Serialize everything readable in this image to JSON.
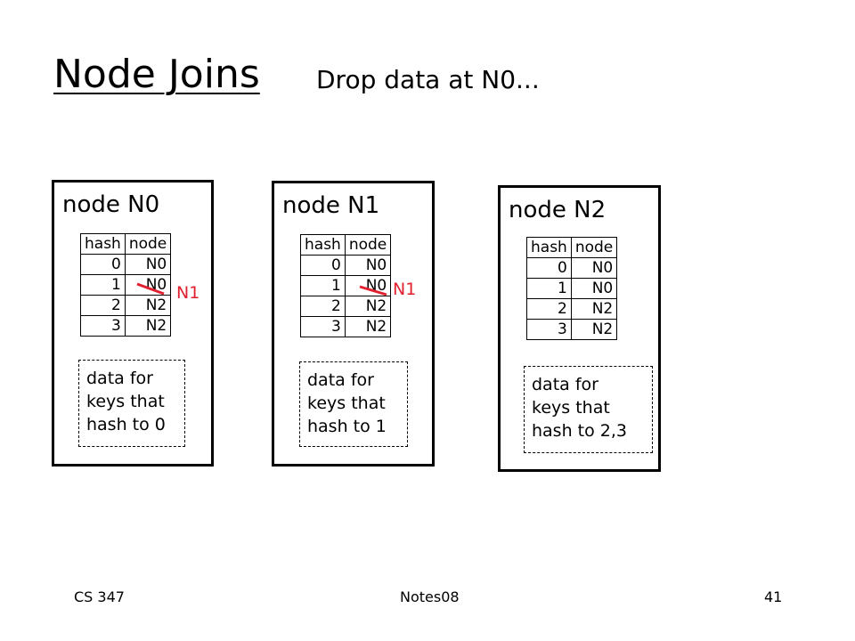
{
  "slide": {
    "title": "Node Joins",
    "subtitle": "Drop data at N0..."
  },
  "nodes": [
    {
      "title": "node N0",
      "table": {
        "headers": [
          "hash",
          "node"
        ],
        "rows": [
          [
            "0",
            "N0"
          ],
          [
            "1",
            "N0"
          ],
          [
            "2",
            "N2"
          ],
          [
            "3",
            "N2"
          ]
        ]
      },
      "data_lines": [
        "data for",
        "keys that",
        "hash to 0"
      ],
      "update_label": "N1"
    },
    {
      "title": "node N1",
      "table": {
        "headers": [
          "hash",
          "node"
        ],
        "rows": [
          [
            "0",
            "N0"
          ],
          [
            "1",
            "N0"
          ],
          [
            "2",
            "N2"
          ],
          [
            "3",
            "N2"
          ]
        ]
      },
      "data_lines": [
        "data for",
        "keys that",
        "hash to 1"
      ],
      "update_label": "N1"
    },
    {
      "title": "node N2",
      "table": {
        "headers": [
          "hash",
          "node"
        ],
        "rows": [
          [
            "0",
            "N0"
          ],
          [
            "1",
            "N0"
          ],
          [
            "2",
            "N2"
          ],
          [
            "3",
            "N2"
          ]
        ]
      },
      "data_lines": [
        "data for",
        "keys that",
        "hash to 2,3"
      ]
    }
  ],
  "footer": {
    "course": "CS 347",
    "notes": "Notes08",
    "page": "41"
  },
  "colors": {
    "strike": "#e0202f",
    "update_label": "#e0202f"
  }
}
